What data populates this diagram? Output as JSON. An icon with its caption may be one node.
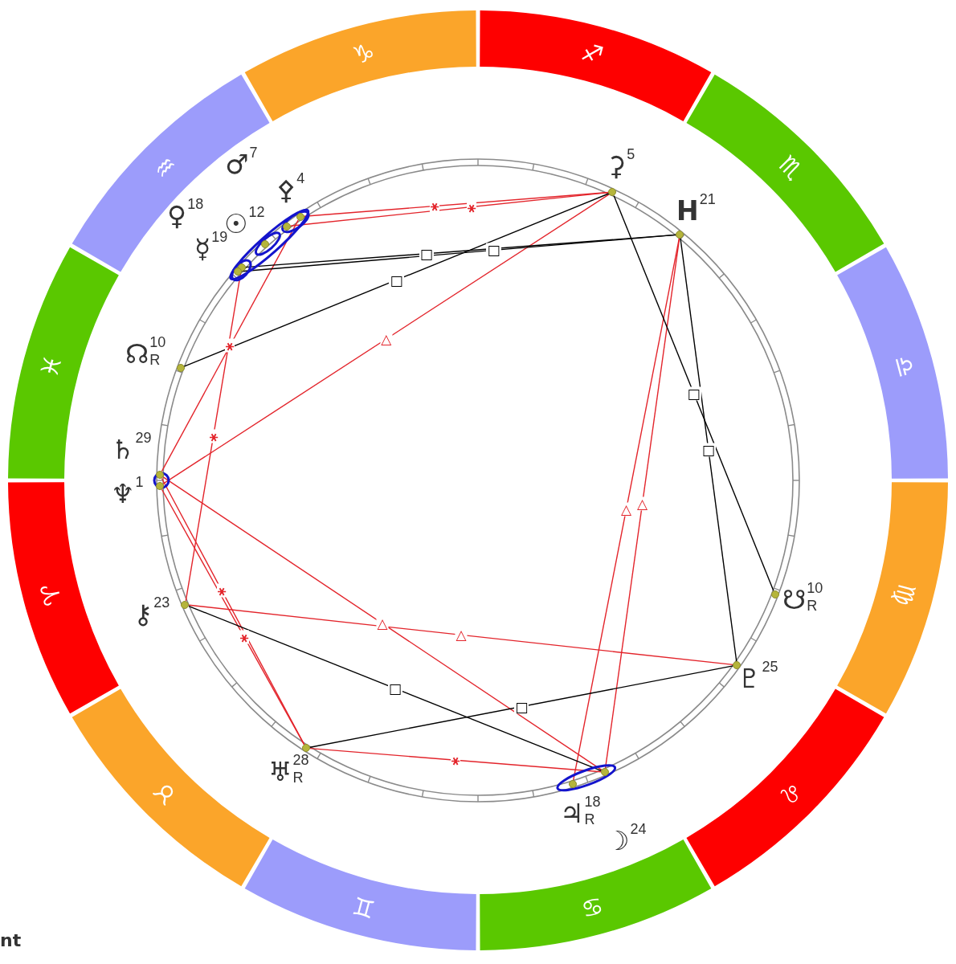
{
  "diagram": {
    "nodes": [
      {
        "text": [
          "♑"
        ]
      },
      {
        "text": [
          "♐"
        ]
      },
      {
        "text": [
          "♏"
        ]
      },
      {
        "text": [
          "♎"
        ]
      },
      {
        "text": [
          "♍"
        ]
      },
      {
        "text": [
          "♌"
        ]
      },
      {
        "text": [
          "♋"
        ]
      },
      {
        "text": [
          "♊"
        ]
      },
      {
        "text": [
          "♉"
        ]
      },
      {
        "text": [
          "♈"
        ]
      },
      {
        "text": [
          "♓"
        ]
      },
      {
        "text": [
          "♒"
        ]
      },
      {
        "text": [],
        "shape": "circle",
        "beside": [
          "♂",
          "7"
        ]
      },
      {
        "text": [],
        "shape": "circle",
        "beside": [
          "⚴",
          "4"
        ]
      },
      {
        "text": [],
        "shape": "circle",
        "beside": [
          "♀",
          "18"
        ]
      },
      {
        "text": [],
        "shape": "circle",
        "beside": [
          "☉",
          "12"
        ]
      },
      {
        "text": [],
        "shape": "circle",
        "beside": [
          "☿",
          "19"
        ]
      },
      {
        "text": [],
        "shape": "circle",
        "beside": [
          "⚳",
          "5"
        ]
      },
      {
        "text": [],
        "shape": "circle",
        "beside": [
          "H",
          "21"
        ]
      },
      {
        "text": [],
        "shape": "circle",
        "beside": [
          "☊",
          "10",
          "R"
        ]
      },
      {
        "text": [],
        "shape": "circle",
        "beside": [
          "♄",
          "29"
        ]
      },
      {
        "text": [],
        "shape": "circle",
        "beside": [
          "♆",
          "1"
        ]
      },
      {
        "text": [],
        "shape": "circle",
        "beside": [
          "⚷",
          "23"
        ]
      },
      {
        "text": [],
        "shape": "circle",
        "beside": [
          "☋",
          "10",
          "R"
        ]
      },
      {
        "text": [],
        "shape": "circle",
        "beside": [
          "♇",
          "25"
        ]
      },
      {
        "text": [],
        "shape": "circle",
        "beside": [
          "♅",
          "28",
          "R"
        ]
      },
      {
        "text": [],
        "shape": "circle",
        "beside": [
          "♃",
          "18",
          "R"
        ]
      },
      {
        "text": [],
        "shape": "circle",
        "beside": [
          "☽",
          "24"
        ]
      }
    ],
    "edges": [
      {
        "from": 13,
        "to": 17,
        "arrow": "none",
        "label": "⚹"
      },
      {
        "from": 12,
        "to": 17,
        "arrow": "none",
        "label": "⚹"
      },
      {
        "from": 17,
        "to": 21,
        "arrow": "none",
        "label": "△"
      },
      {
        "from": 13,
        "to": 20,
        "arrow": "none",
        "label": "⚹"
      },
      {
        "from": 14,
        "to": 22,
        "arrow": "none",
        "label": "⚹"
      },
      {
        "from": 20,
        "to": 27,
        "arrow": "none",
        "label": "△"
      },
      {
        "from": 20,
        "to": 25,
        "arrow": "none",
        "label": "⚹"
      },
      {
        "from": 21,
        "to": 25,
        "arrow": "none",
        "label": "⚹"
      },
      {
        "from": 22,
        "to": 24,
        "arrow": "none",
        "label": "△"
      },
      {
        "from": 25,
        "to": 27,
        "arrow": "none",
        "label": "⚹"
      },
      {
        "from": 26,
        "to": 18,
        "arrow": "none",
        "label": "△"
      },
      {
        "from": 27,
        "to": 18,
        "arrow": "none",
        "label": "△"
      },
      {
        "from": 14,
        "to": 18,
        "arrow": "none",
        "label": "□",
        "color": "#000000"
      },
      {
        "from": 16,
        "to": 18,
        "arrow": "none",
        "label": "□",
        "color": "#000000"
      },
      {
        "from": 19,
        "to": 17,
        "arrow": "none",
        "label": "□",
        "color": "#000000"
      },
      {
        "from": 17,
        "to": 23,
        "arrow": "none",
        "label": "□",
        "color": "#000000"
      },
      {
        "from": 18,
        "to": 24,
        "arrow": "none",
        "label": "□",
        "color": "#000000"
      },
      {
        "from": 22,
        "to": 27,
        "arrow": "none",
        "label": "□",
        "color": "#000000"
      },
      {
        "from": 25,
        "to": 24,
        "arrow": "none",
        "label": "□",
        "color": "#000000"
      }
    ],
    "labels": [
      "nt"
    ]
  }
}
